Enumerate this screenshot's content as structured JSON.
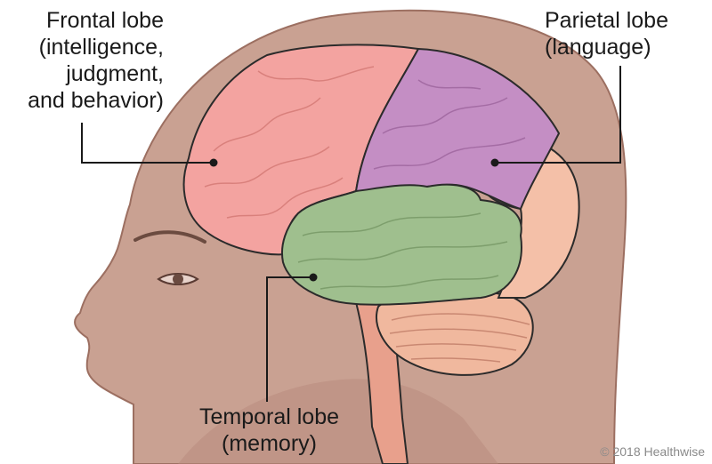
{
  "labels": {
    "frontal": {
      "title": "Frontal lobe",
      "lines": [
        "(intelligence,",
        "judgment,",
        "and behavior)"
      ]
    },
    "parietal": {
      "title": "Parietal lobe",
      "lines": [
        "(language)"
      ]
    },
    "temporal": {
      "title": "Temporal lobe",
      "lines": [
        "(memory)"
      ]
    }
  },
  "copyright": "© 2018 Healthwise",
  "colors": {
    "skin": "#c9a192",
    "skin_dark": "#b07f70",
    "frontal": "#f3a3a0",
    "parietal": "#c48ec4",
    "temporal": "#9fbf8e",
    "occipital": "#f4c0a8",
    "cerebellum": "#f0b89e",
    "outline": "#2b2b2b"
  }
}
